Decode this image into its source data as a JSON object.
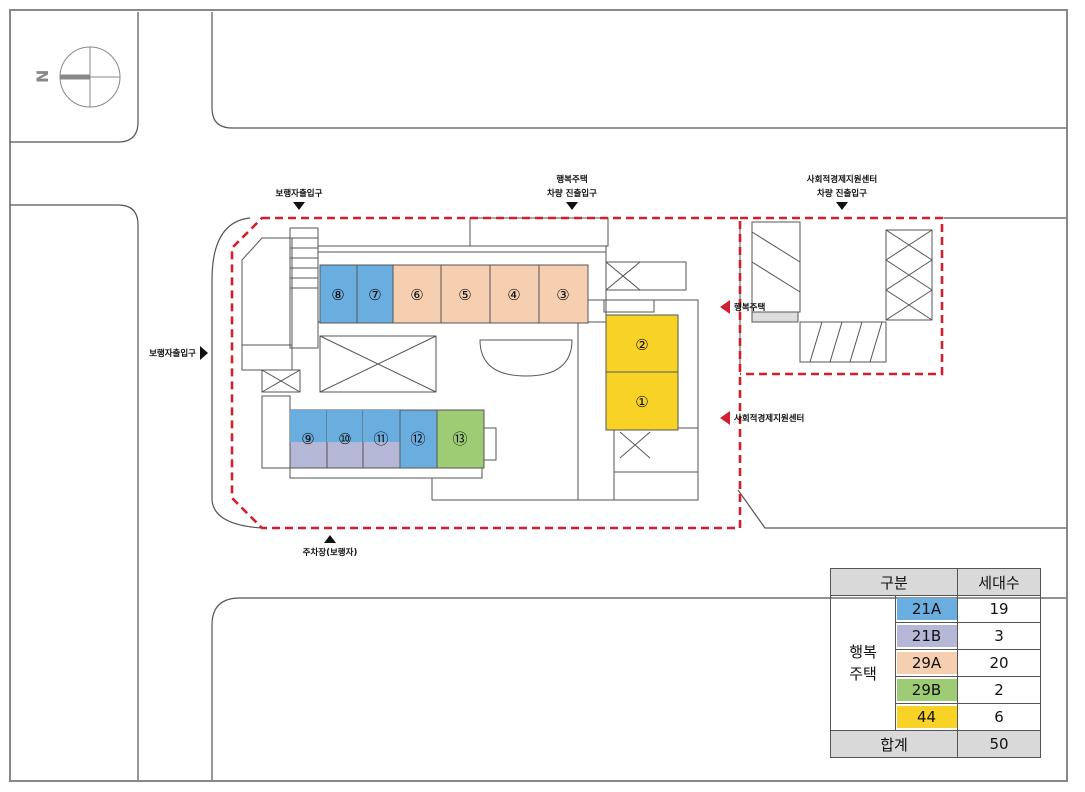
{
  "labels": {
    "ped_entrance_top": "보행자출입구",
    "ped_entrance_left": "보행자출입구",
    "housing_vehicle_1": "행복주택",
    "housing_vehicle_2": "차량 진출입구",
    "center_vehicle_1": "사회적경제지원센터",
    "center_vehicle_2": "차량 진출입구",
    "housing_marker": "행복주택",
    "center_marker": "사회적경제지원센터",
    "parking_ped": "주차장(보행자)",
    "north": "N"
  },
  "units": [
    {
      "label": "⑧",
      "type": "21A"
    },
    {
      "label": "⑦",
      "type": "21A"
    },
    {
      "label": "⑥",
      "type": "29A"
    },
    {
      "label": "⑤",
      "type": "29A"
    },
    {
      "label": "④",
      "type": "29A"
    },
    {
      "label": "③",
      "type": "29A"
    },
    {
      "label": "②",
      "type": "44"
    },
    {
      "label": "①",
      "type": "44"
    },
    {
      "label": "⑨",
      "type": "21A/21B"
    },
    {
      "label": "⑩",
      "type": "21A/21B"
    },
    {
      "label": "⑪",
      "type": "21A/21B"
    },
    {
      "label": "⑫",
      "type": "21A"
    },
    {
      "label": "⑬",
      "type": "29B"
    }
  ],
  "colors": {
    "21A": "#6aaee0",
    "21B": "#b4b8d6",
    "29A": "#f6cfb1",
    "29B": "#9dcc74",
    "44": "#f8d326",
    "boundary": "#d0202f"
  },
  "legend": {
    "header_category": "구분",
    "header_count": "세대수",
    "group_line1": "행복",
    "group_line2": "주택",
    "rows": [
      {
        "type": "21A",
        "count": "19"
      },
      {
        "type": "21B",
        "count": "3"
      },
      {
        "type": "29A",
        "count": "20"
      },
      {
        "type": "29B",
        "count": "2"
      },
      {
        "type": "44",
        "count": "6"
      }
    ],
    "total_label": "합계",
    "total_count": "50"
  }
}
